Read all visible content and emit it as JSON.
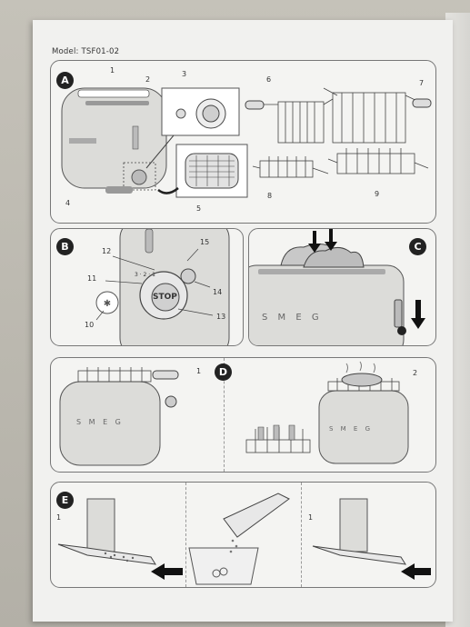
{
  "header": {
    "model": "Model: TSF01-02"
  },
  "sections": {
    "a": {
      "badge": "A",
      "callouts": [
        "1",
        "2",
        "3",
        "4",
        "5",
        "6",
        "7",
        "8",
        "9"
      ]
    },
    "b": {
      "badge": "B",
      "callouts": [
        "10",
        "11",
        "12",
        "13",
        "14",
        "15"
      ],
      "dial_text": "STOP",
      "dial_ticks": "3 · 2 · 1"
    },
    "c": {
      "badge": "C",
      "brand_letters": "S M E G"
    },
    "d": {
      "badge": "D",
      "callouts": [
        "1",
        "2"
      ],
      "brand_letters": "S M E G"
    },
    "e": {
      "badge": "E",
      "callouts": [
        "1",
        "1"
      ]
    }
  },
  "colors": {
    "ink": "#333333",
    "panel_border": "#777777",
    "badge": "#222222",
    "paper": "#f1f1ef"
  }
}
